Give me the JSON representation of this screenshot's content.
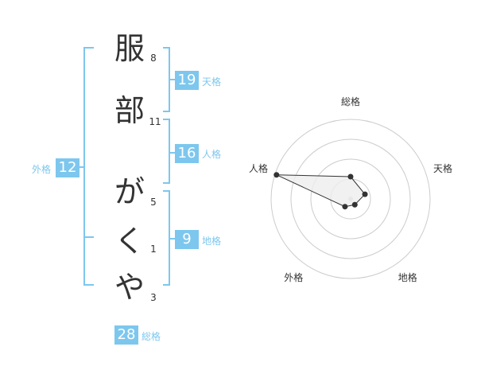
{
  "name": {
    "chars": [
      {
        "char": "服",
        "strokes": "8"
      },
      {
        "char": "部",
        "strokes": "11"
      },
      {
        "char": "が",
        "strokes": "5"
      },
      {
        "char": "く",
        "strokes": "1"
      },
      {
        "char": "や",
        "strokes": "3"
      }
    ]
  },
  "kaku": {
    "tenkaku": {
      "value": "19",
      "label": "天格"
    },
    "jinkaku": {
      "value": "16",
      "label": "人格"
    },
    "chikaku": {
      "value": "9",
      "label": "地格"
    },
    "gaikaku": {
      "value": "12",
      "label": "外格"
    },
    "soukaku": {
      "value": "28",
      "label": "総格"
    }
  },
  "chart_data": {
    "type": "radar",
    "axes": [
      "総格",
      "天格",
      "地格",
      "外格",
      "人格"
    ],
    "values": [
      0.28,
      0.19,
      0.09,
      0.12,
      0.98
    ],
    "rings": 4,
    "colors": {
      "ring": "#cccccc",
      "fill": "#eeeeee",
      "stroke": "#333333",
      "center": "#cccccc"
    }
  },
  "colors": {
    "accent": "#7dc7ee",
    "text": "#333333"
  }
}
